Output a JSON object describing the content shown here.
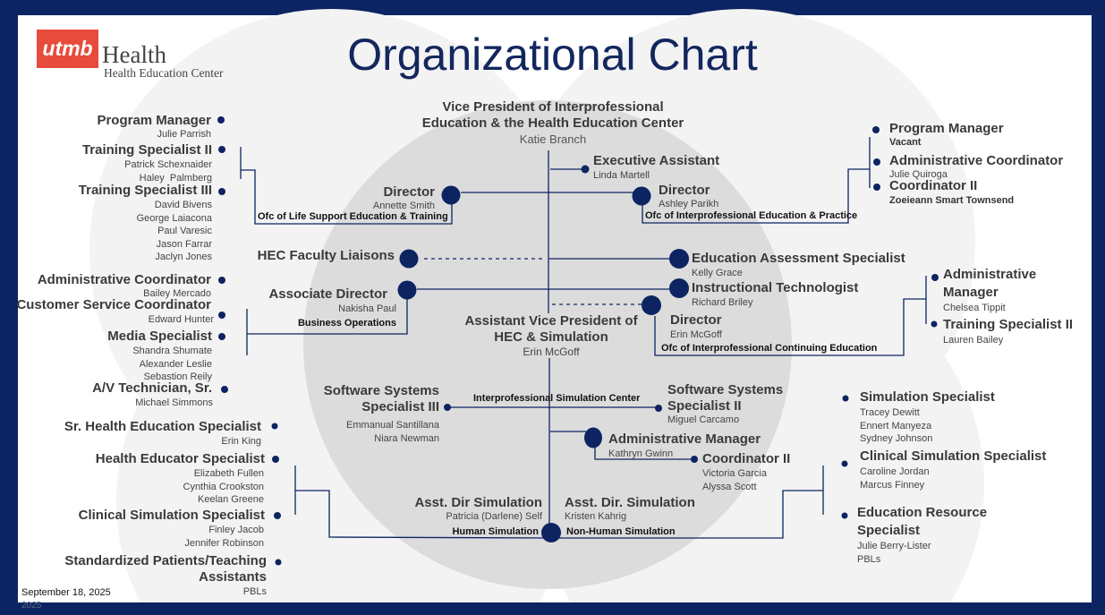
{
  "colors": {
    "frame": "#0c2461",
    "accent": "#0c2461",
    "logo_red": "#e84a3b",
    "circle": "#dcdcdc"
  },
  "header": {
    "title": "Organizational Chart",
    "logo_brand": "utmb",
    "logo_health": "Health",
    "logo_subtitle": "Health Education Center",
    "date": "September 18, 2025",
    "date_extra": "2025"
  },
  "vp": {
    "title1": "Vice President of Interprofessional",
    "title2": "Education & the Health Education Center",
    "name": "Katie Branch"
  },
  "exec_assistant": {
    "title": "Executive Assistant",
    "name": "Linda Martell"
  },
  "dir_lset": {
    "title": "Director",
    "name": "Annette Smith",
    "office": "Ofc of Life Support Education & Training"
  },
  "dir_ipep": {
    "title": "Director",
    "name": "Ashley Parikh",
    "office": "Ofc of Interprofessional Education & Practice"
  },
  "faculty": {
    "title": "HEC Faculty Liaisons"
  },
  "assoc_dir": {
    "title": "Associate Director",
    "name": "Nakisha Paul",
    "office": "Business Operations"
  },
  "edu_assess": {
    "title": "Education Assessment Specialist",
    "name": "Kelly Grace"
  },
  "instr_tech": {
    "title": "Instructional Technologist",
    "name": "Richard Briley"
  },
  "dir_ipce": {
    "title": "Director",
    "name": "Erin McGoff",
    "office": "Ofc of Interprofessional Continuing Education"
  },
  "avp": {
    "title1": "Assistant Vice President of",
    "title2": "HEC & Simulation",
    "name": "Erin McGoff"
  },
  "isc": {
    "label": "Interprofessional Simulation Center"
  },
  "sss3": {
    "title1": "Software Systems",
    "title2": "Specialist III",
    "names": [
      "Emmanual Santillana",
      "Niara Newman"
    ]
  },
  "sss2": {
    "title1": "Software Systems",
    "title2": "Specialist II",
    "names": [
      "Miguel Carcamo"
    ]
  },
  "admin_mgr": {
    "title": "Administrative Manager",
    "name": "Kathryn Gwinn"
  },
  "coord2": {
    "title": "Coordinator II",
    "names": [
      "Victoria Garcia",
      "Alyssa Scott"
    ]
  },
  "asst_dir_human": {
    "title": "Asst. Dir Simulation",
    "name": "Patricia (Darlene) Self",
    "office": "Human Simulation"
  },
  "asst_dir_nonhuman": {
    "title": "Asst. Dir. Simulation",
    "name": "Kristen Kahrig",
    "office": "Non-Human Simulation"
  },
  "left": [
    {
      "title": "Program Manager",
      "names": [
        "Julie Parrish"
      ]
    },
    {
      "title": "Training Specialist II",
      "names": [
        "Patrick Schexnaider",
        "Haley  Palmberg"
      ]
    },
    {
      "title": "Training Specialist III",
      "names": [
        "David Bivens",
        "George Laiacona",
        "Paul Varesic",
        "Jason Farrar",
        "Jaclyn Jones"
      ]
    },
    {
      "title": "Administrative Coordinator",
      "names": [
        "Bailey Mercado"
      ]
    },
    {
      "title": "Customer Service Coordinator",
      "names": [
        "Edward Hunter"
      ]
    },
    {
      "title": "Media Specialist",
      "names": [
        "Shandra Shumate",
        "Alexander Leslie",
        "Sebastion Reily"
      ]
    },
    {
      "title": "A/V Technician, Sr.",
      "names": [
        "Michael Simmons"
      ]
    },
    {
      "title": "Sr. Health Education Specialist",
      "names": [
        "Erin King"
      ]
    },
    {
      "title": "Health Educator Specialist",
      "names": [
        "Elizabeth Fullen",
        "Cynthia Crookston",
        "Keelan Greene"
      ]
    },
    {
      "title": "Clinical Simulation Specialist",
      "names": [
        "Finley Jacob",
        "Jennifer Robinson"
      ]
    },
    {
      "title1": "Standardized Patients/Teaching",
      "title2": "Assistants",
      "names": [
        "PBLs"
      ]
    }
  ],
  "right_top": [
    {
      "title": "Program Manager",
      "names": [
        "Vacant"
      ]
    },
    {
      "title": "Administrative Coordinator",
      "names": [
        "Julie Quiroga"
      ]
    },
    {
      "title": "Coordinator II",
      "names": [
        "Zoeieann Smart Townsend"
      ]
    }
  ],
  "right_mid": [
    {
      "title1": "Administrative",
      "title2": "Manager",
      "names": [
        "Chelsea Tippit"
      ]
    },
    {
      "title": "Training Specialist II",
      "names": [
        "Lauren Bailey"
      ]
    }
  ],
  "right_bottom": [
    {
      "title": "Simulation Specialist",
      "names": [
        "Tracey Dewitt",
        "Ennert Manyeza",
        "Sydney Johnson"
      ]
    },
    {
      "title": "Clinical Simulation Specialist",
      "names": [
        "Caroline Jordan",
        "Marcus Finney"
      ]
    },
    {
      "title1": "Education Resource",
      "title2": "Specialist",
      "names": [
        "Julie Berry-Lister",
        "PBLs"
      ]
    }
  ]
}
